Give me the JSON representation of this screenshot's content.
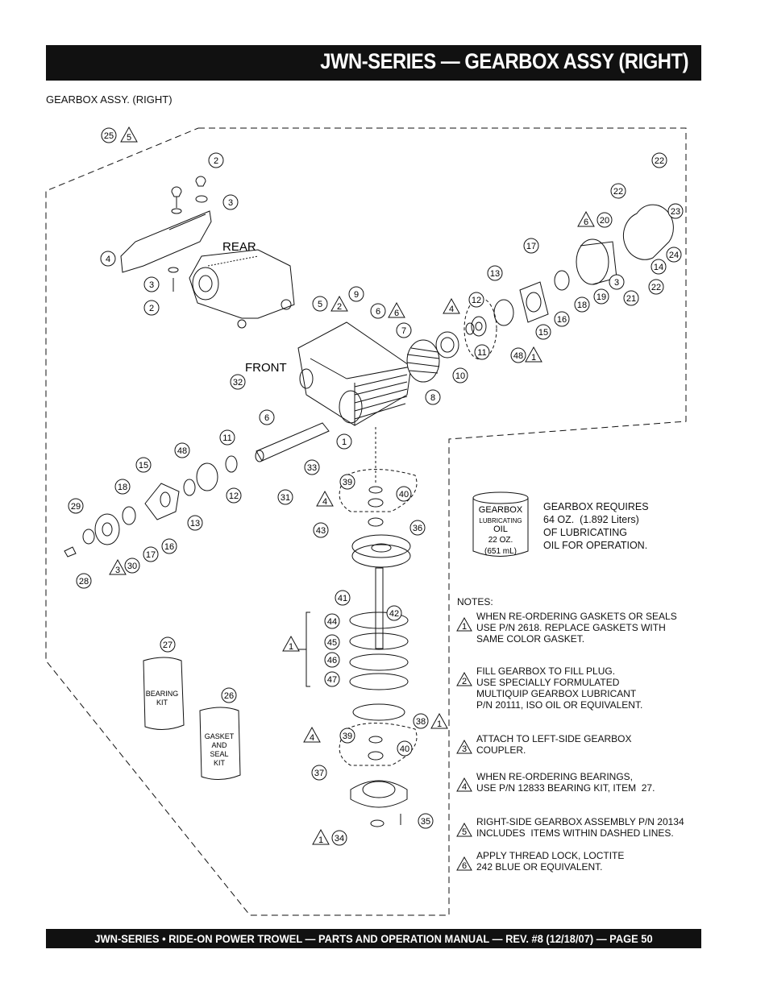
{
  "header": {
    "title": "JWN-SERIES — GEARBOX ASSY (RIGHT)"
  },
  "subtitle": "GEARBOX ASSY. (RIGHT)",
  "footer": {
    "text": "JWN-SERIES • RIDE-ON POWER TROWEL — PARTS AND OPERATION MANUAL — REV. #8 (12/18/07) — PAGE 50"
  },
  "diagram": {
    "labels": {
      "rear": "REAR",
      "front": "FRONT",
      "bearing_kit": "BEARING KIT",
      "gasket_kit": "GASKET AND SEAL KIT"
    },
    "can": {
      "line1": "GEARBOX",
      "line2": "LUBRICATING",
      "line3": "OIL",
      "line4": "22 OZ.",
      "line5": "(651 mL)"
    },
    "lube_note": "GEARBOX REQUIRES\n64 OZ.  (1.892 Liters)\nOF LUBRICATING\nOIL FOR OPERATION.",
    "item_numbers": [
      "1",
      "2",
      "3",
      "4",
      "5",
      "6",
      "7",
      "8",
      "9",
      "10",
      "11",
      "12",
      "13",
      "14",
      "15",
      "16",
      "17",
      "18",
      "19",
      "20",
      "21",
      "22",
      "23",
      "24",
      "25",
      "26",
      "27",
      "28",
      "29",
      "30",
      "31",
      "32",
      "33",
      "34",
      "35",
      "36",
      "37",
      "38",
      "39",
      "40",
      "41",
      "42",
      "43",
      "44",
      "45",
      "46",
      "47",
      "48"
    ]
  },
  "notes": {
    "heading": "NOTES:",
    "items": [
      {
        "num": "1",
        "text": "WHEN RE-ORDERING GASKETS OR SEALS\nUSE P/N 2618. REPLACE GASKETS WITH\nSAME COLOR GASKET."
      },
      {
        "num": "2",
        "text": "FILL GEARBOX TO FILL PLUG.\nUSE SPECIALLY FORMULATED\nMULTIQUIP GEARBOX LUBRICANT\nP/N 20111, ISO OIL OR EQUIVALENT."
      },
      {
        "num": "3",
        "text": "ATTACH TO LEFT-SIDE GEARBOX\nCOUPLER."
      },
      {
        "num": "4",
        "text": "WHEN RE-ORDERING BEARINGS,\nUSE P/N 12833 BEARING KIT, ITEM  27."
      },
      {
        "num": "5",
        "text": "RIGHT-SIDE GEARBOX ASSEMBLY P/N 20134\nINCLUDES  ITEMS WITHIN DASHED LINES."
      },
      {
        "num": "6",
        "text": "APPLY THREAD LOCK, LOCTITE\n242 BLUE OR EQUIVALENT."
      }
    ]
  }
}
